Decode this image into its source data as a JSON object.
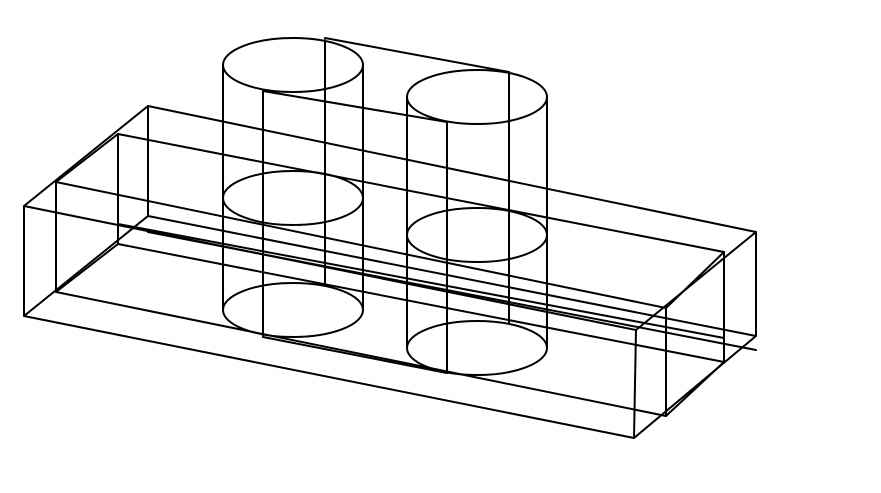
{
  "drawing": {
    "style": "wireframe",
    "background_color": "#ffffff",
    "line_color": "#000000",
    "objects": [
      {
        "kind": "base-block"
      },
      {
        "kind": "cylinder"
      },
      {
        "kind": "cylinder"
      }
    ]
  }
}
